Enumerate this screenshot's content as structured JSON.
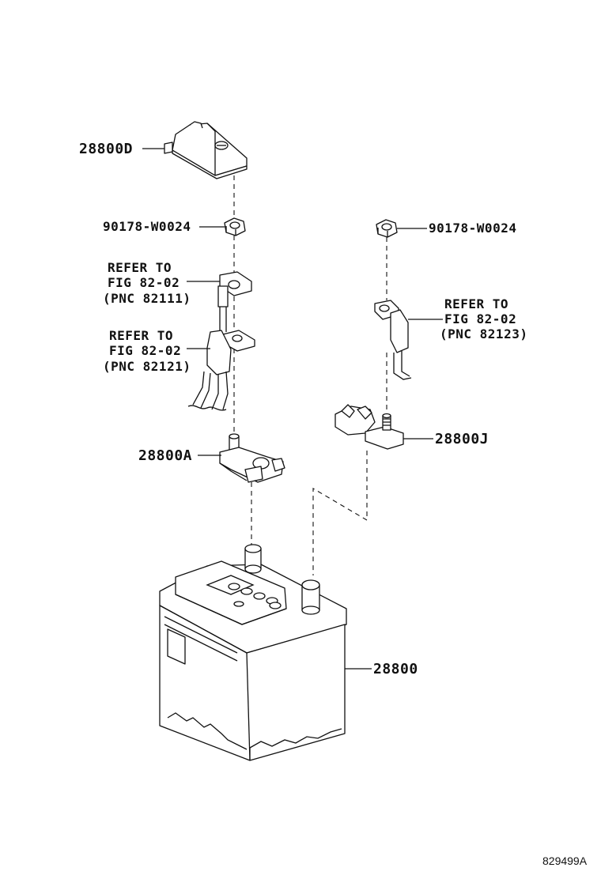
{
  "diagram_id": "829499A",
  "labels": {
    "cover": "28800D",
    "nut_left": "90178-W0024",
    "nut_right": "90178-W0024",
    "refer1_line1": "REFER TO",
    "refer1_line2": "FIG 82-02",
    "refer1_line3": "(PNC 82111)",
    "refer2_line1": "REFER TO",
    "refer2_line2": "FIG 82-02",
    "refer2_line3": "(PNC 82121)",
    "refer3_line1": "REFER TO",
    "refer3_line2": "FIG 82-02",
    "refer3_line3": "(PNC 82123)",
    "clamp_positive": "28800A",
    "clamp_negative": "28800J",
    "battery": "28800"
  }
}
